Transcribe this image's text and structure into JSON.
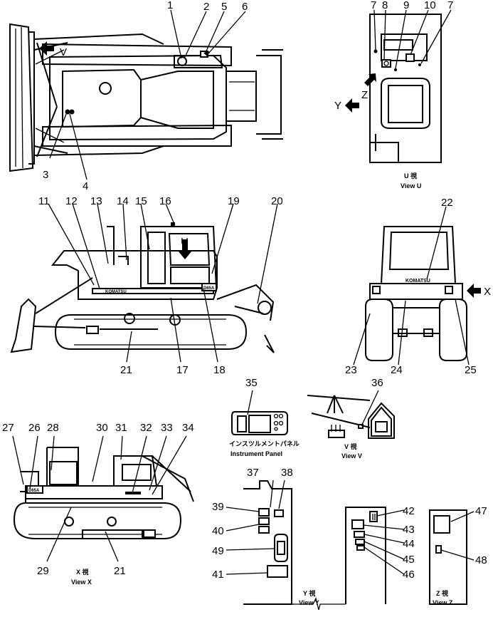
{
  "callouts": [
    "1",
    "2",
    "5",
    "6",
    "7",
    "8",
    "9",
    "10",
    "7",
    "3",
    "4",
    "11",
    "12",
    "13",
    "14",
    "15",
    "16",
    "19",
    "20",
    "22",
    "21",
    "17",
    "18",
    "23",
    "24",
    "25",
    "35",
    "36",
    "27",
    "26",
    "28",
    "30",
    "31",
    "32",
    "33",
    "34",
    "37",
    "38",
    "39",
    "40",
    "49",
    "41",
    "42",
    "43",
    "44",
    "45",
    "46",
    "47",
    "48",
    "29",
    "21"
  ],
  "view_letters": {
    "v": "V",
    "x": "X",
    "y": "Y",
    "z": "Z",
    "u": "U"
  },
  "captions": {
    "view_u_jp": "U 視",
    "view_u": "View U",
    "instrument_jp": "インスツルメントパネル",
    "instrument": "Instrument Panel",
    "view_v_jp": "V 視",
    "view_v": "View V",
    "view_x_jp": "X 視",
    "view_x": "View X",
    "view_y_jp": "Y 視",
    "view_y": "View Y",
    "view_z_jp": "Z 視",
    "view_z": "View Z"
  },
  "decal_text": {
    "komatsu_side": "KOMATSU",
    "model_side": "D65A",
    "komatsu_rear": "KOMATSU",
    "model_x": "D65A"
  }
}
